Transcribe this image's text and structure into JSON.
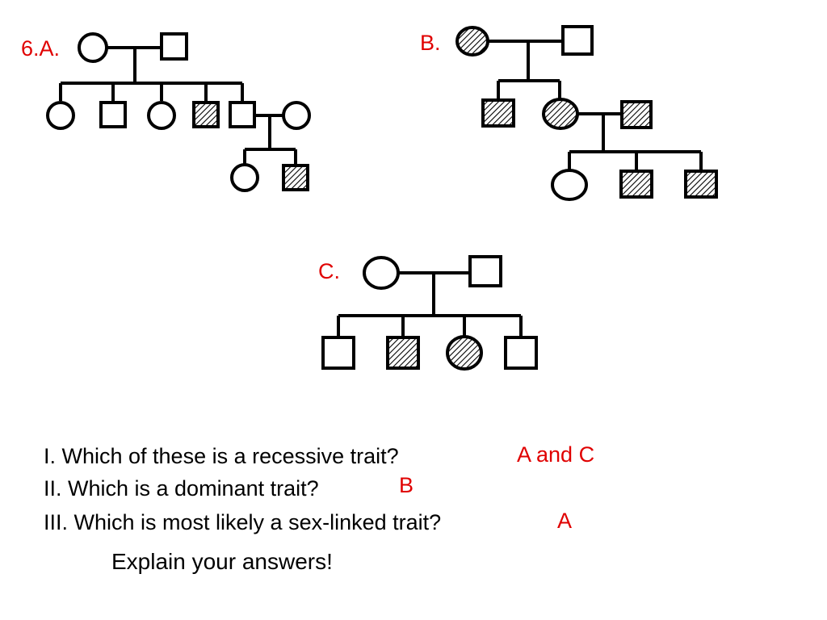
{
  "colors": {
    "accent": "#e00000",
    "text": "#000000",
    "line": "#000000"
  },
  "icons": {
    "male": "square-icon",
    "female": "circle-icon",
    "affected_fill": "hatched"
  },
  "pedigrees": [
    {
      "label": "6.A.",
      "parents": [
        "female-unaffected",
        "male-unaffected"
      ],
      "children": [
        "female-unaffected",
        "male-unaffected",
        "female-unaffected",
        "male-affected",
        "male-unaffected"
      ],
      "spouse": "female-unaffected",
      "grandchildren": [
        "female-unaffected",
        "male-affected"
      ]
    },
    {
      "label": "B.",
      "parents": [
        "female-affected",
        "male-unaffected"
      ],
      "children": [
        "male-affected",
        "female-affected"
      ],
      "spouse": "male-affected",
      "grandchildren": [
        "female-unaffected",
        "male-affected",
        "male-affected"
      ]
    },
    {
      "label": "C.",
      "parents": [
        "female-unaffected",
        "male-unaffected"
      ],
      "children": [
        "male-unaffected",
        "male-affected",
        "female-affected",
        "male-unaffected"
      ]
    }
  ],
  "questions": [
    {
      "text": "I. Which of these is a recessive trait?",
      "answer": "A and C"
    },
    {
      "text": "II. Which is a dominant trait?",
      "answer": "B"
    },
    {
      "text": "III. Which is most likely a sex-linked trait?",
      "answer": "A"
    }
  ],
  "prompt": "Explain your answers!"
}
